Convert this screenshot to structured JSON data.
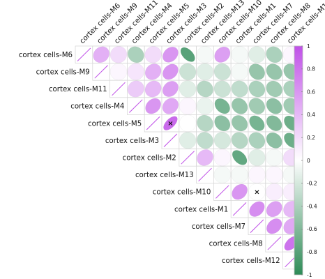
{
  "chart_data": {
    "type": "heatmap",
    "subtype": "correlation-ellipse-upper-triangle",
    "labels": [
      "cortex cells-M6",
      "cortex cells-M9",
      "cortex cells-M11",
      "cortex cells-M4",
      "cortex cells-M5",
      "cortex cells-M3",
      "cortex cells-M2",
      "cortex cells-M13",
      "cortex cells-M10",
      "cortex cells-M1",
      "cortex cells-M7",
      "cortex cells-M8",
      "cortex cells-M12"
    ],
    "matrix": [
      [
        1,
        0.45,
        0.2,
        -0.4,
        0.2,
        0.6,
        -0.8,
        -0.05,
        0.55,
        -0.05,
        -0.15,
        -0.4,
        0.05
      ],
      [
        0.45,
        1,
        0.05,
        0.15,
        0.45,
        0.6,
        -0.25,
        -0.15,
        -0.25,
        -0.05,
        -0.5,
        -0.5,
        -0.5
      ],
      [
        0.2,
        0.05,
        1,
        0.3,
        0.4,
        0.55,
        -0.15,
        -0.35,
        -0.25,
        -0.3,
        -0.4,
        -0.45,
        -0.4
      ],
      [
        -0.4,
        0.15,
        0.3,
        1,
        0.6,
        0.5,
        0.05,
        -0.1,
        -0.65,
        -0.5,
        -0.45,
        -0.55,
        -0.45
      ],
      [
        0.2,
        0.45,
        0.4,
        0.6,
        1,
        0.85,
        0,
        -0.35,
        -0.55,
        -0.5,
        -0.65,
        -0.6,
        -0.7
      ],
      [
        0.6,
        0.6,
        0.55,
        0.5,
        0.85,
        1,
        -0.15,
        -0.3,
        -0.2,
        -0.35,
        -0.4,
        -0.55,
        -0.7
      ],
      [
        -0.8,
        -0.25,
        -0.15,
        0.05,
        0,
        -0.15,
        1,
        0.4,
        0.05,
        -0.75,
        -0.15,
        -0.05,
        0.2
      ],
      [
        -0.05,
        -0.15,
        -0.35,
        -0.1,
        -0.35,
        -0.3,
        0.4,
        1,
        -0.05,
        -0.05,
        0.05,
        0.05,
        -0.05
      ],
      [
        0.55,
        -0.25,
        -0.25,
        -0.65,
        -0.55,
        -0.2,
        0.05,
        -0.05,
        1,
        0.6,
        0,
        0.1,
        0.1
      ],
      [
        -0.05,
        -0.05,
        -0.3,
        -0.5,
        -0.5,
        -0.35,
        -0.75,
        -0.05,
        0.6,
        1,
        0.65,
        0.55,
        0.4
      ],
      [
        -0.15,
        -0.5,
        -0.4,
        -0.45,
        -0.65,
        -0.4,
        -0.15,
        0.05,
        0,
        0.65,
        1,
        0.65,
        0.5
      ],
      [
        -0.4,
        -0.5,
        -0.45,
        -0.55,
        -0.6,
        -0.55,
        -0.05,
        0.05,
        0.1,
        0.55,
        0.65,
        1,
        0.8
      ],
      [
        0.05,
        -0.5,
        -0.4,
        -0.45,
        -0.7,
        -0.7,
        0.2,
        -0.05,
        0.1,
        0.4,
        0.5,
        0.8,
        1
      ]
    ],
    "non_significant_marks": [
      [
        4,
        5
      ],
      [
        8,
        10
      ]
    ],
    "colorbar": {
      "min": -1,
      "max": 1,
      "ticks": [
        -1,
        -0.8,
        -0.6,
        -0.4,
        -0.2,
        0,
        0.2,
        0.4,
        0.6,
        0.8,
        1
      ],
      "tick_labels": [
        "-1",
        "-0.8",
        "-0.6",
        "-0.4",
        "-0.2",
        "0",
        "0.2",
        "0.4",
        "0.6",
        "0.8",
        "1"
      ],
      "negative_color": "#2e8b57",
      "positive_color": "#c050e8",
      "neutral_color": "#ffffff"
    },
    "grid": true,
    "legend_position": "right"
  }
}
